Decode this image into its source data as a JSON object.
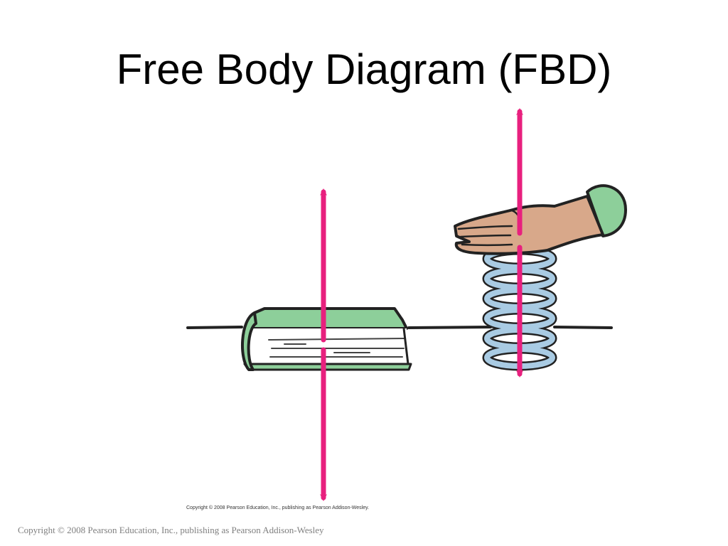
{
  "slide": {
    "title": "Free Body Diagram (FBD)",
    "figure_credit": "Copyright © 2008 Pearson Education, Inc., publishing as Pearson Addison-Wesley.",
    "footer": "Copyright © 2008 Pearson Education, Inc., publishing as Pearson Addison-Wesley"
  },
  "colors": {
    "force_arrow": "#e8207e",
    "book_cover": "#8dcf9a",
    "spring": "#a9cbe3",
    "hand_skin": "#d8a88a",
    "sleeve": "#8dcf9a",
    "outline": "#222222"
  },
  "icons": {
    "book": "book-icon",
    "spring": "spring-icon",
    "hand": "hand-icon"
  }
}
